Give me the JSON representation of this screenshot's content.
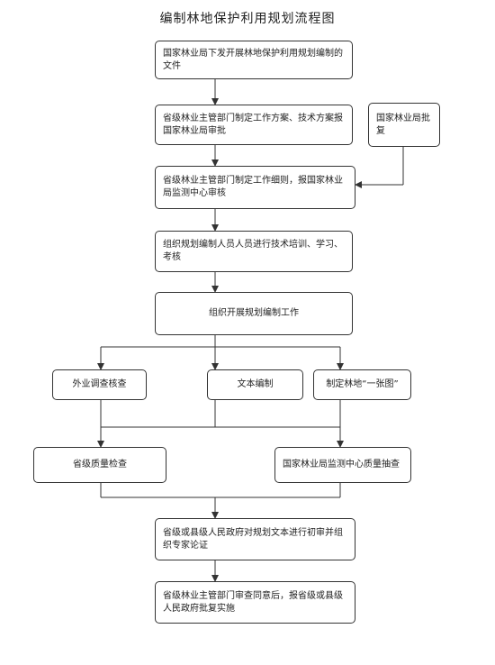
{
  "title": "编制林地保护利用规划流程图",
  "nodes": {
    "step1": "国家林业局下发开展林地保护利用规划编制的文件",
    "step2": "省级林业主管部门制定工作方案、技术方案报国家林业局审批",
    "approve": "国家林业局批复",
    "step3": "省级林业主管部门制定工作细则，报国家林业局监测中心审核",
    "step4": "组织规划编制人员人员进行技术培训、学习、考核",
    "step5": "组织开展规划编制工作",
    "survey": "外业调查核查",
    "text": "文本编制",
    "map": "制定林地“一张图”",
    "qc_prov": "省级质量检查",
    "qc_nat": "国家林业局监测中心质量抽查",
    "step6": "省级或县级人民政府对规划文本进行初审并组织专家论证",
    "step7": "省级林业主管部门审查同意后，报省级或县级人民政府批复实施"
  },
  "colors": {
    "line": "#333333",
    "box_border": "#333333"
  }
}
